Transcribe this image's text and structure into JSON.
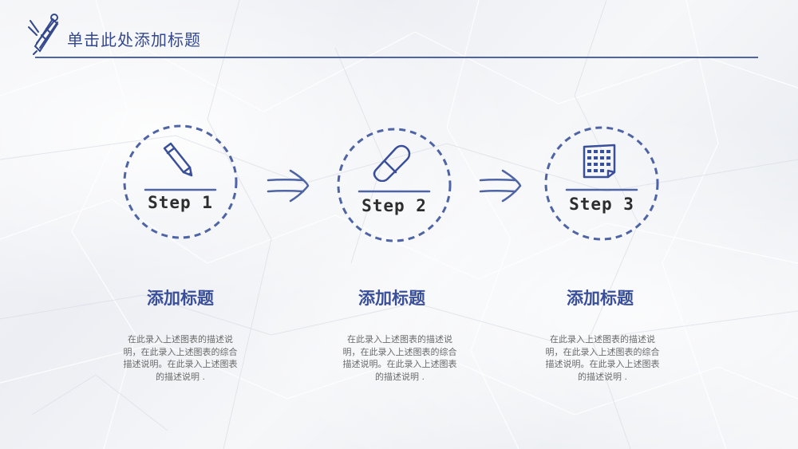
{
  "header": {
    "title": "单击此处添加标题",
    "logo_icon": "rocket-icon"
  },
  "colors": {
    "accent": "#3a4f9a",
    "rule": "#4f64a5",
    "text_dark": "#2d2d2d",
    "text_muted": "#6b6b6b"
  },
  "steps": [
    {
      "label": "Step 1",
      "icon": "pencil-icon",
      "heading": "添加标题",
      "description": "在此录入上述图表的描述说明，在此录入上述图表的综合描述说明。在此录入上述图表的描述说明 ."
    },
    {
      "label": "Step 2",
      "icon": "eraser-icon",
      "heading": "添加标题",
      "description": "在此录入上述图表的描述说明，在此录入上述图表的综合描述说明。在此录入上述图表的描述说明 ."
    },
    {
      "label": "Step 3",
      "icon": "calendar-icon",
      "heading": "添加标题",
      "description": "在此录入上述图表的描述说明，在此录入上述图表的综合描述说明。在此录入上述图表的描述说明 ."
    }
  ],
  "connectors": [
    "arrow-right-icon",
    "arrow-right-icon"
  ]
}
